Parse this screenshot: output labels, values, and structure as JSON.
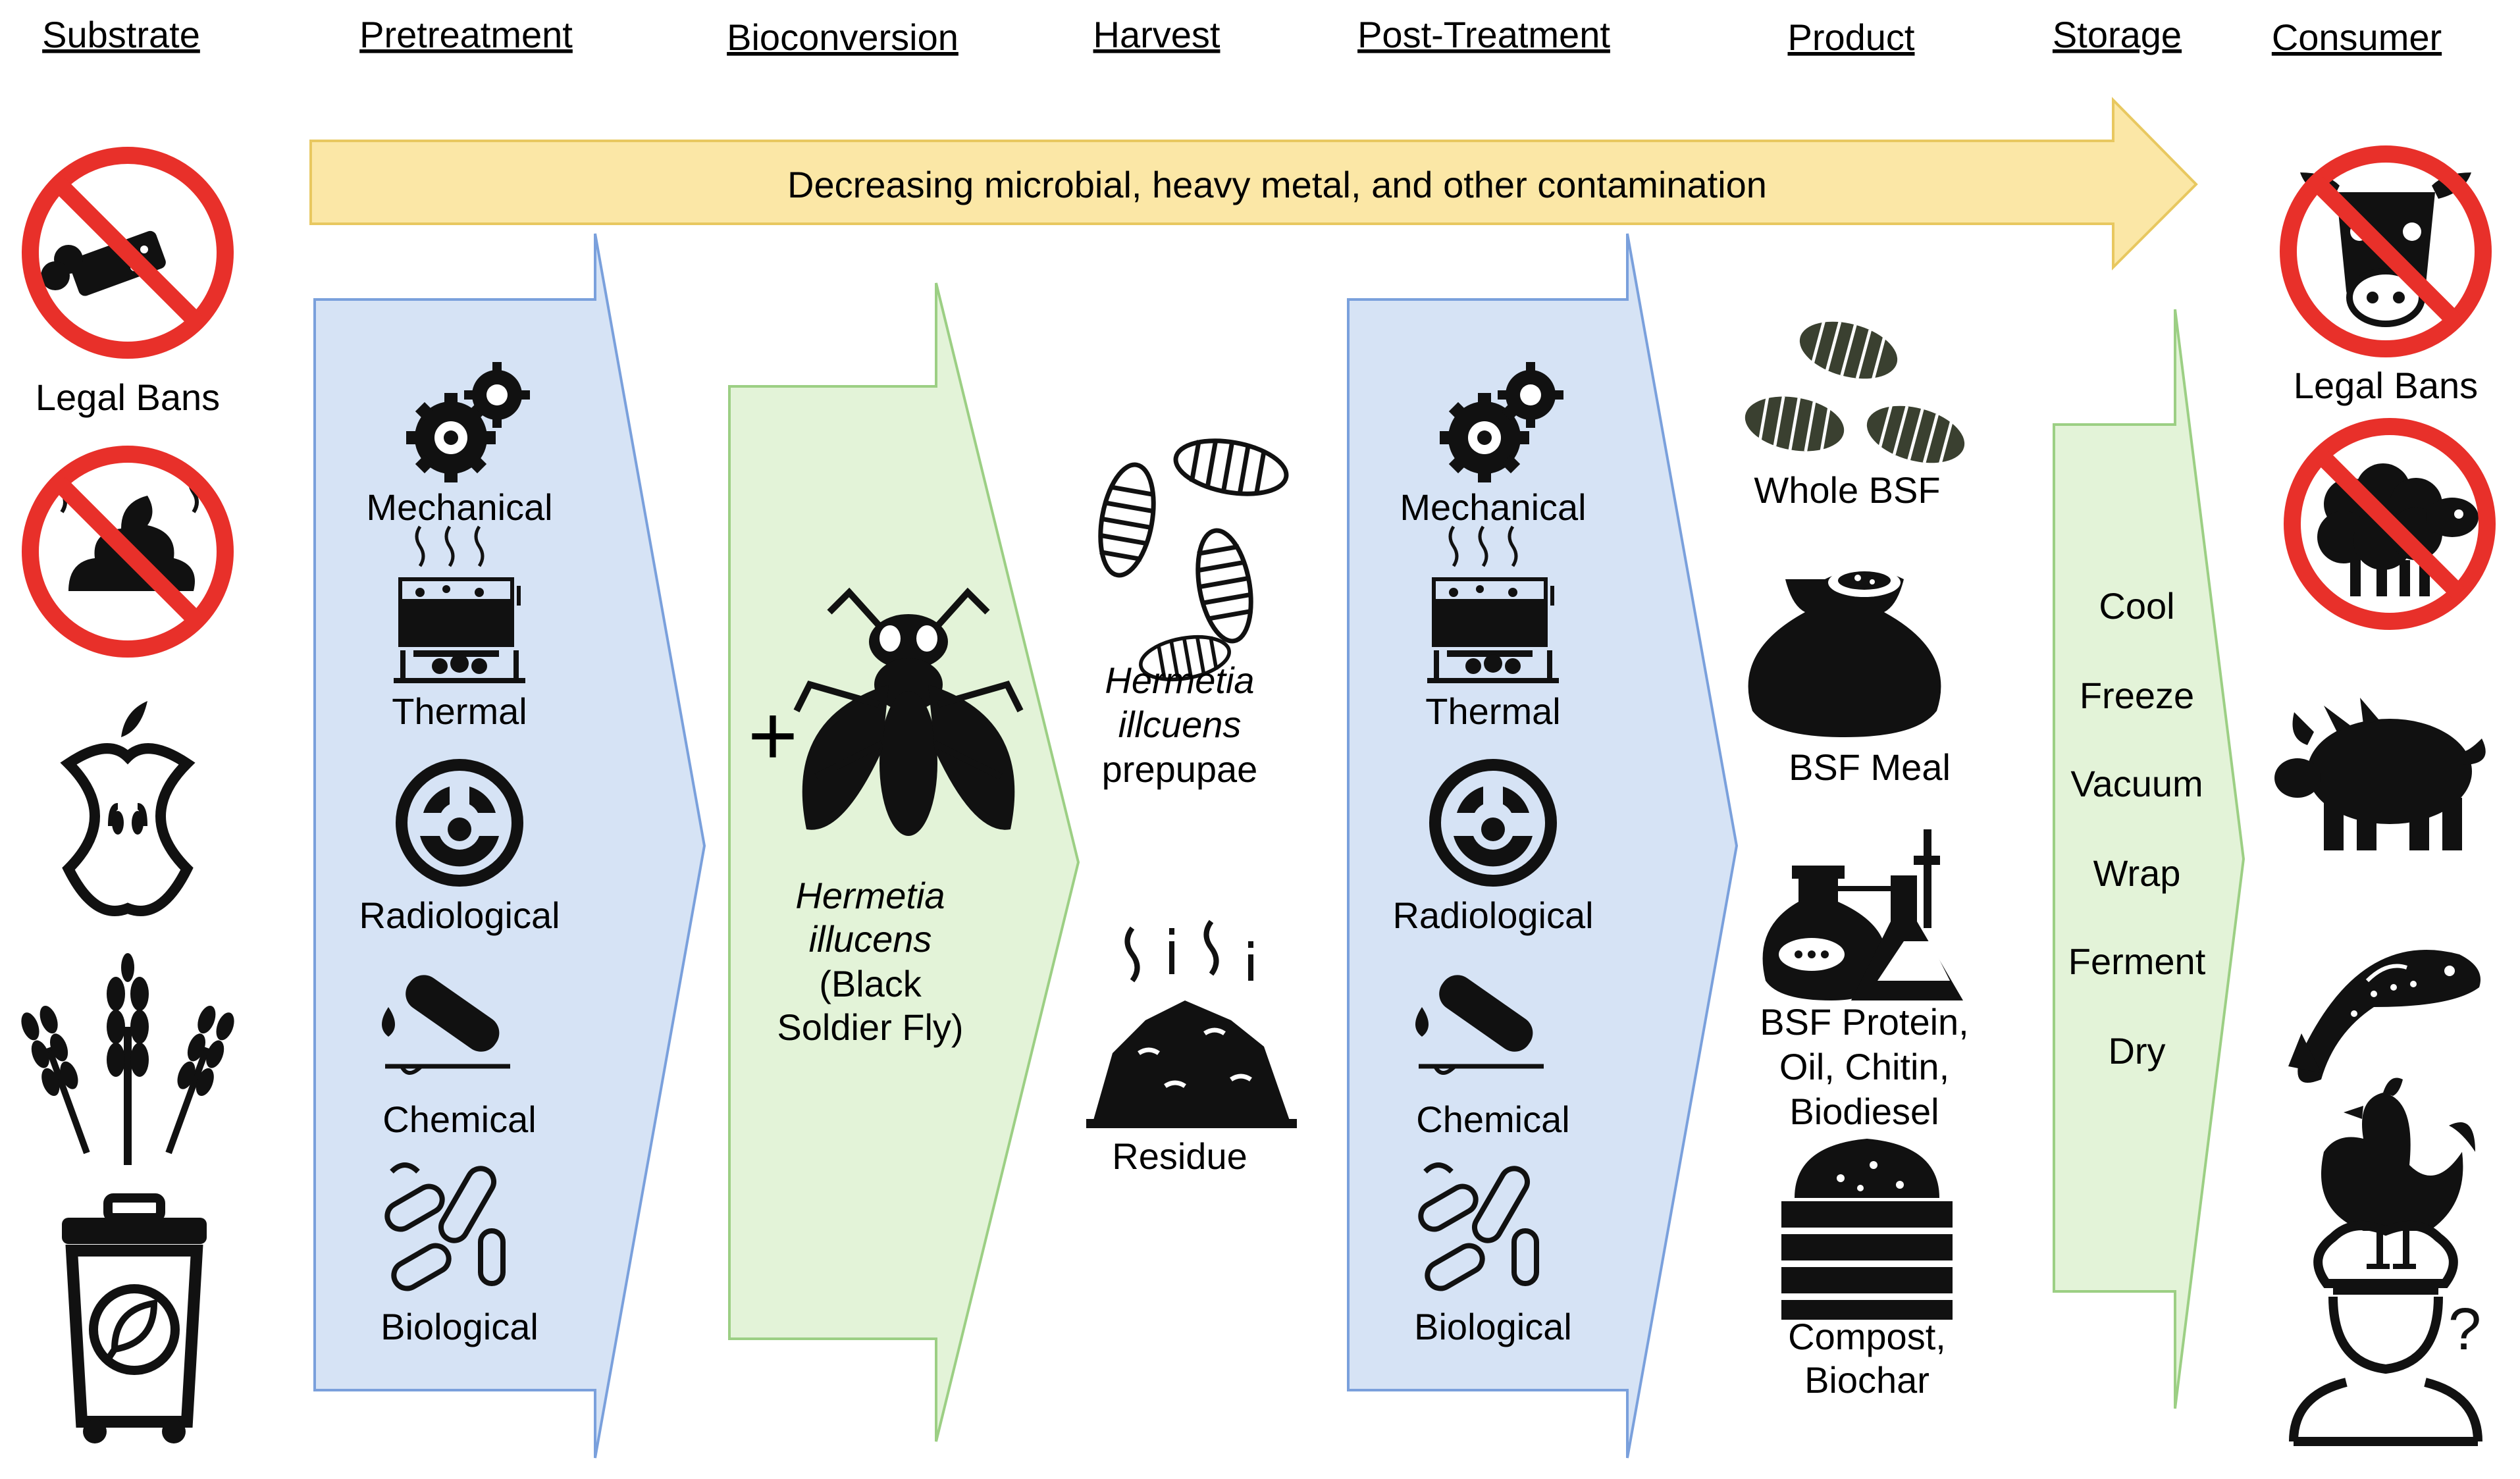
{
  "headers": {
    "substrate": "Substrate",
    "pretreatment": "Pretreatment",
    "bioconversion": "Bioconversion",
    "harvest": "Harvest",
    "post_treatment": "Post-Treatment",
    "product": "Product",
    "storage": "Storage",
    "consumer": "Consumer"
  },
  "banner": {
    "text": "Decreasing microbial, heavy metal, and other contamination",
    "color": "#fbe7a6"
  },
  "substrate": {
    "legal_bans": "Legal Bans",
    "icons": [
      "banned-meat-icon",
      "banned-manure-icon",
      "apple-core-icon",
      "wheat-icon",
      "organic-waste-bin-icon"
    ]
  },
  "pretreatment": {
    "methods": [
      "Mechanical",
      "Thermal",
      "Radiological",
      "Chemical",
      "Biological"
    ],
    "icons": [
      "gears-icon",
      "boiling-pot-icon",
      "radiation-icon",
      "test-tube-icon",
      "bacteria-icon"
    ],
    "color": "#d6e3f5"
  },
  "bioconversion": {
    "plus": "+",
    "line1": "Hermetia",
    "line2": "illucens",
    "line3": "(Black",
    "line4": "Soldier Fly)",
    "color": "#e3f3d8"
  },
  "harvest": {
    "prepupae_line1": "Hermetia",
    "prepupae_line2": "illcuens",
    "prepupae_line3": "prepupae",
    "residue": "Residue"
  },
  "post_treatment": {
    "methods": [
      "Mechanical",
      "Thermal",
      "Radiological",
      "Chemical",
      "Biological"
    ]
  },
  "product": {
    "whole": "Whole BSF",
    "meal": "BSF Meal",
    "protein_line1": "BSF Protein,",
    "protein_line2": "Oil, Chitin,",
    "protein_line3": "Biodiesel",
    "compost_line1": "Compost,",
    "compost_line2": "Biochar"
  },
  "storage": {
    "methods": [
      "Cool",
      "Freeze",
      "Vacuum",
      "Wrap",
      "Ferment",
      "Dry"
    ]
  },
  "consumer": {
    "legal_bans": "Legal Bans",
    "icons": [
      "banned-cow-icon",
      "banned-sheep-icon",
      "pig-icon",
      "fish-icon",
      "chicken-icon",
      "chef-icon"
    ]
  }
}
